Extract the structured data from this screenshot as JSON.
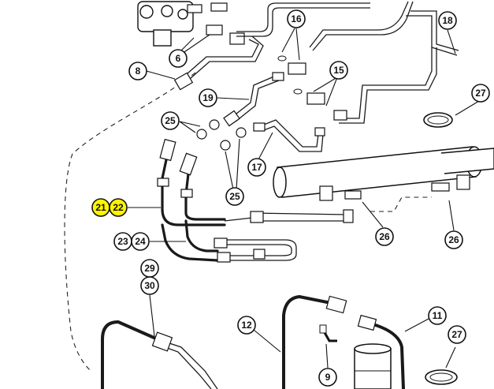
{
  "callouts": {
    "c16": "16",
    "c18": "18",
    "c6": "6",
    "c8": "8",
    "c15": "15",
    "c19": "19",
    "c27a": "27",
    "c25a": "25",
    "c17": "17",
    "c25b": "25",
    "c21": "21",
    "c22": "22",
    "c23": "23",
    "c24": "24",
    "c26a": "26",
    "c26b": "26",
    "c29": "29",
    "c30": "30",
    "c12": "12",
    "c11": "11",
    "c27b": "27",
    "c9": "9"
  },
  "colors": {
    "line": "#1a1a1a",
    "highlight": "#fff500",
    "background": "#ffffff"
  }
}
